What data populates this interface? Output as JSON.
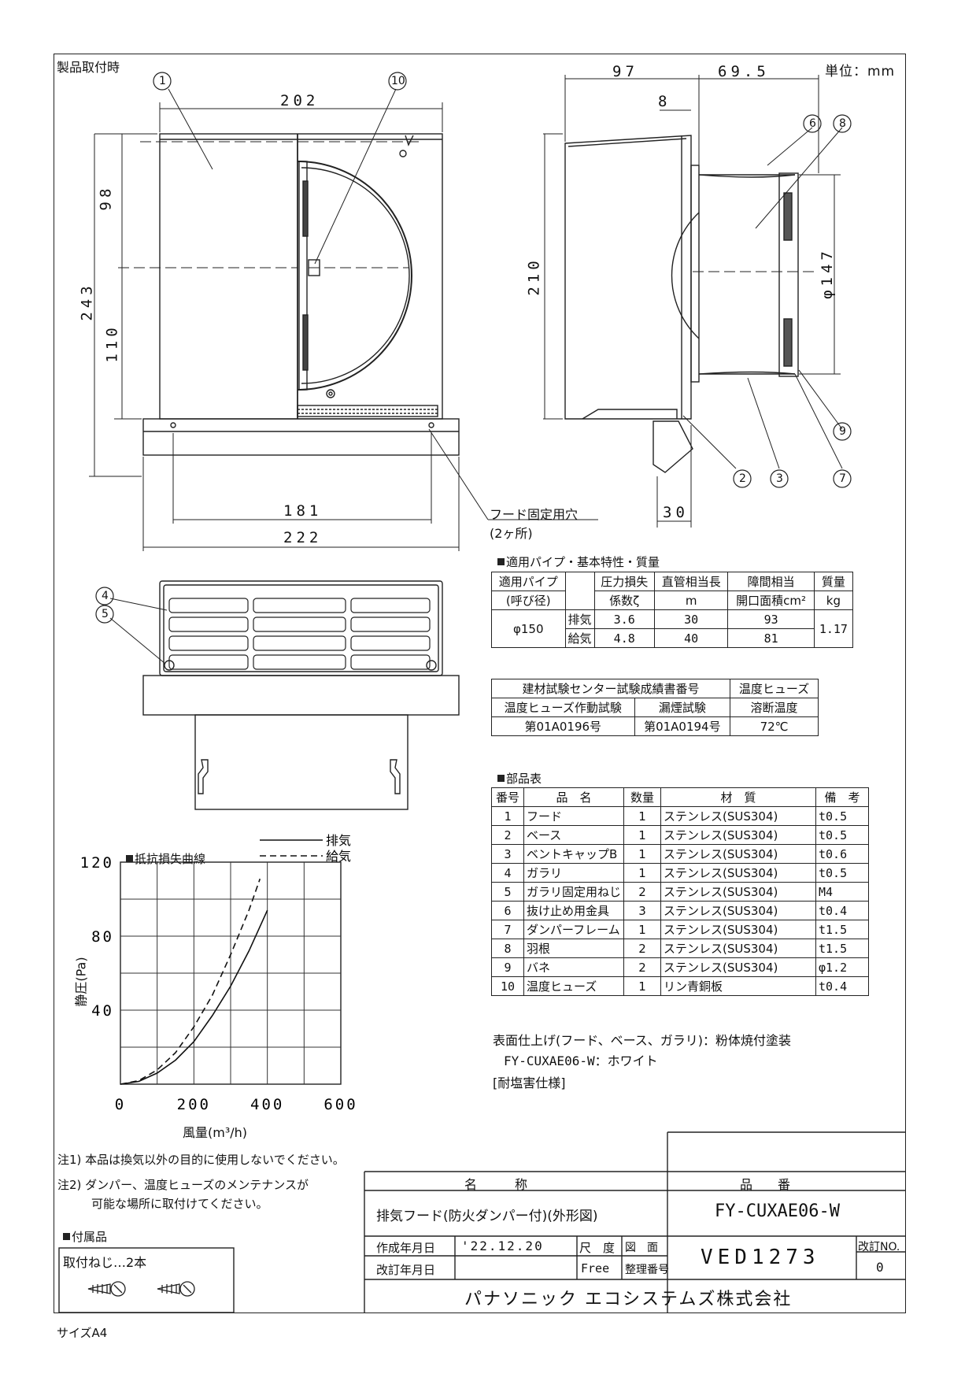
{
  "header": {
    "title": "製品取付時",
    "unit": "単位：mm"
  },
  "dimensions": {
    "front_width": "202",
    "front_h_top": "98",
    "front_h_bottom": "110",
    "front_total": "243",
    "base_hole": "181",
    "base_width": "222",
    "side_97": "97",
    "side_69": "69.5",
    "side_8": "8",
    "side_210": "210",
    "side_147": "φ147",
    "side_30": "30"
  },
  "callouts": [
    "1",
    "2",
    "3",
    "4",
    "5",
    "6",
    "7",
    "8",
    "9",
    "10"
  ],
  "hood_hole": {
    "label": "フード固定用穴",
    "note": "(2ヶ所)"
  },
  "spec_table": {
    "title": "適用パイプ・基本特性・質量",
    "headers": [
      "適用パイプ",
      "(呼び径)",
      "圧力損失",
      "係数ζ",
      "直管相当長",
      "m",
      "障間相当",
      "開口面積cm²",
      "質量",
      "kg"
    ],
    "pipe": "φ150",
    "rows": [
      {
        "kind": "排気",
        "zeta": "3.6",
        "length": "30",
        "area": "93"
      },
      {
        "kind": "給気",
        "zeta": "4.8",
        "length": "40",
        "area": "81"
      }
    ],
    "mass": "1.17"
  },
  "test_table": {
    "h1": "建材試験センター試験成績書番号",
    "h2": "温度ヒューズ",
    "h3": "温度ヒューズ作動試験",
    "h4": "漏煙試験",
    "h5": "溶断温度",
    "v1": "第01A0196号",
    "v2": "第01A0194号",
    "v3": "72℃"
  },
  "parts": {
    "title": "部品表",
    "headers": [
      "番号",
      "品　名",
      "数量",
      "材　質",
      "備　考"
    ],
    "rows": [
      [
        "1",
        "フード",
        "1",
        "ステンレス(SUS304)",
        "t0.5"
      ],
      [
        "2",
        "ベース",
        "1",
        "ステンレス(SUS304)",
        "t0.5"
      ],
      [
        "3",
        "ベントキャップB",
        "1",
        "ステンレス(SUS304)",
        "t0.6"
      ],
      [
        "4",
        "ガラリ",
        "1",
        "ステンレス(SUS304)",
        "t0.5"
      ],
      [
        "5",
        "ガラリ固定用ねじ",
        "2",
        "ステンレス(SUS304)",
        "M4"
      ],
      [
        "6",
        "抜け止め用金具",
        "3",
        "ステンレス(SUS304)",
        "t0.4"
      ],
      [
        "7",
        "ダンパーフレーム",
        "1",
        "ステンレス(SUS304)",
        "t1.5"
      ],
      [
        "8",
        "羽根",
        "2",
        "ステンレス(SUS304)",
        "t1.5"
      ],
      [
        "9",
        "バネ",
        "2",
        "ステンレス(SUS304)",
        "φ1.2"
      ],
      [
        "10",
        "温度ヒューズ",
        "1",
        "リン青銅板",
        "t0.4"
      ]
    ],
    "finish": "表面仕上げ(フード、ベース、ガラリ)：粉体焼付塗装",
    "color": "FY-CUXAE06-W：ホワイト",
    "salt": "[耐塩害仕様]"
  },
  "chart_data": {
    "type": "line",
    "title": "抵抗損失曲線",
    "xlabel": "風量(m³/h)",
    "ylabel": "静圧(Pa)",
    "xlim": [
      0,
      600
    ],
    "ylim": [
      0,
      120
    ],
    "xticks": [
      "0",
      "200",
      "400",
      "600"
    ],
    "yticks": [
      "40",
      "80",
      "120"
    ],
    "grid": true,
    "legend_position": "top-right",
    "series": [
      {
        "name": "排気",
        "style": "solid",
        "x": [
          0,
          50,
          100,
          150,
          200,
          250,
          300,
          350,
          400
        ],
        "y": [
          0,
          1.5,
          6,
          13,
          23,
          37,
          53,
          72,
          94
        ]
      },
      {
        "name": "給気",
        "style": "dashed",
        "x": [
          0,
          50,
          100,
          150,
          200,
          250,
          300,
          350,
          380
        ],
        "y": [
          0,
          1.9,
          7.7,
          17,
          31,
          48,
          70,
          94,
          111
        ]
      }
    ]
  },
  "notes": {
    "n1": "注1) 本品は換気以外の目的に使用しないでください。",
    "n2": "注2) ダンパー、温度ヒューズのメンテナンスが",
    "n2b": "可能な場所に取付けてください。"
  },
  "accessories": {
    "title": "付属品",
    "item": "取付ねじ…2本"
  },
  "title_block": {
    "name_label": "名　　　称",
    "no_label": "品　　番",
    "product_name": "排気フード(防火ダンパー付)(外形図)",
    "product_no": "FY-CUXAE06-W",
    "created_label": "作成年月日",
    "created": "'22.12.20",
    "revised_label": "改訂年月日",
    "scale_label": "尺　度",
    "scale": "Free",
    "drawing_label1": "図　面",
    "drawing_label2": "整理番号",
    "drawing_no": "VED1273",
    "rev_label": "改訂NO.",
    "rev": "0",
    "company": "パナソニック エコシステムズ株式会社"
  },
  "footer": {
    "size": "サイズA4"
  }
}
